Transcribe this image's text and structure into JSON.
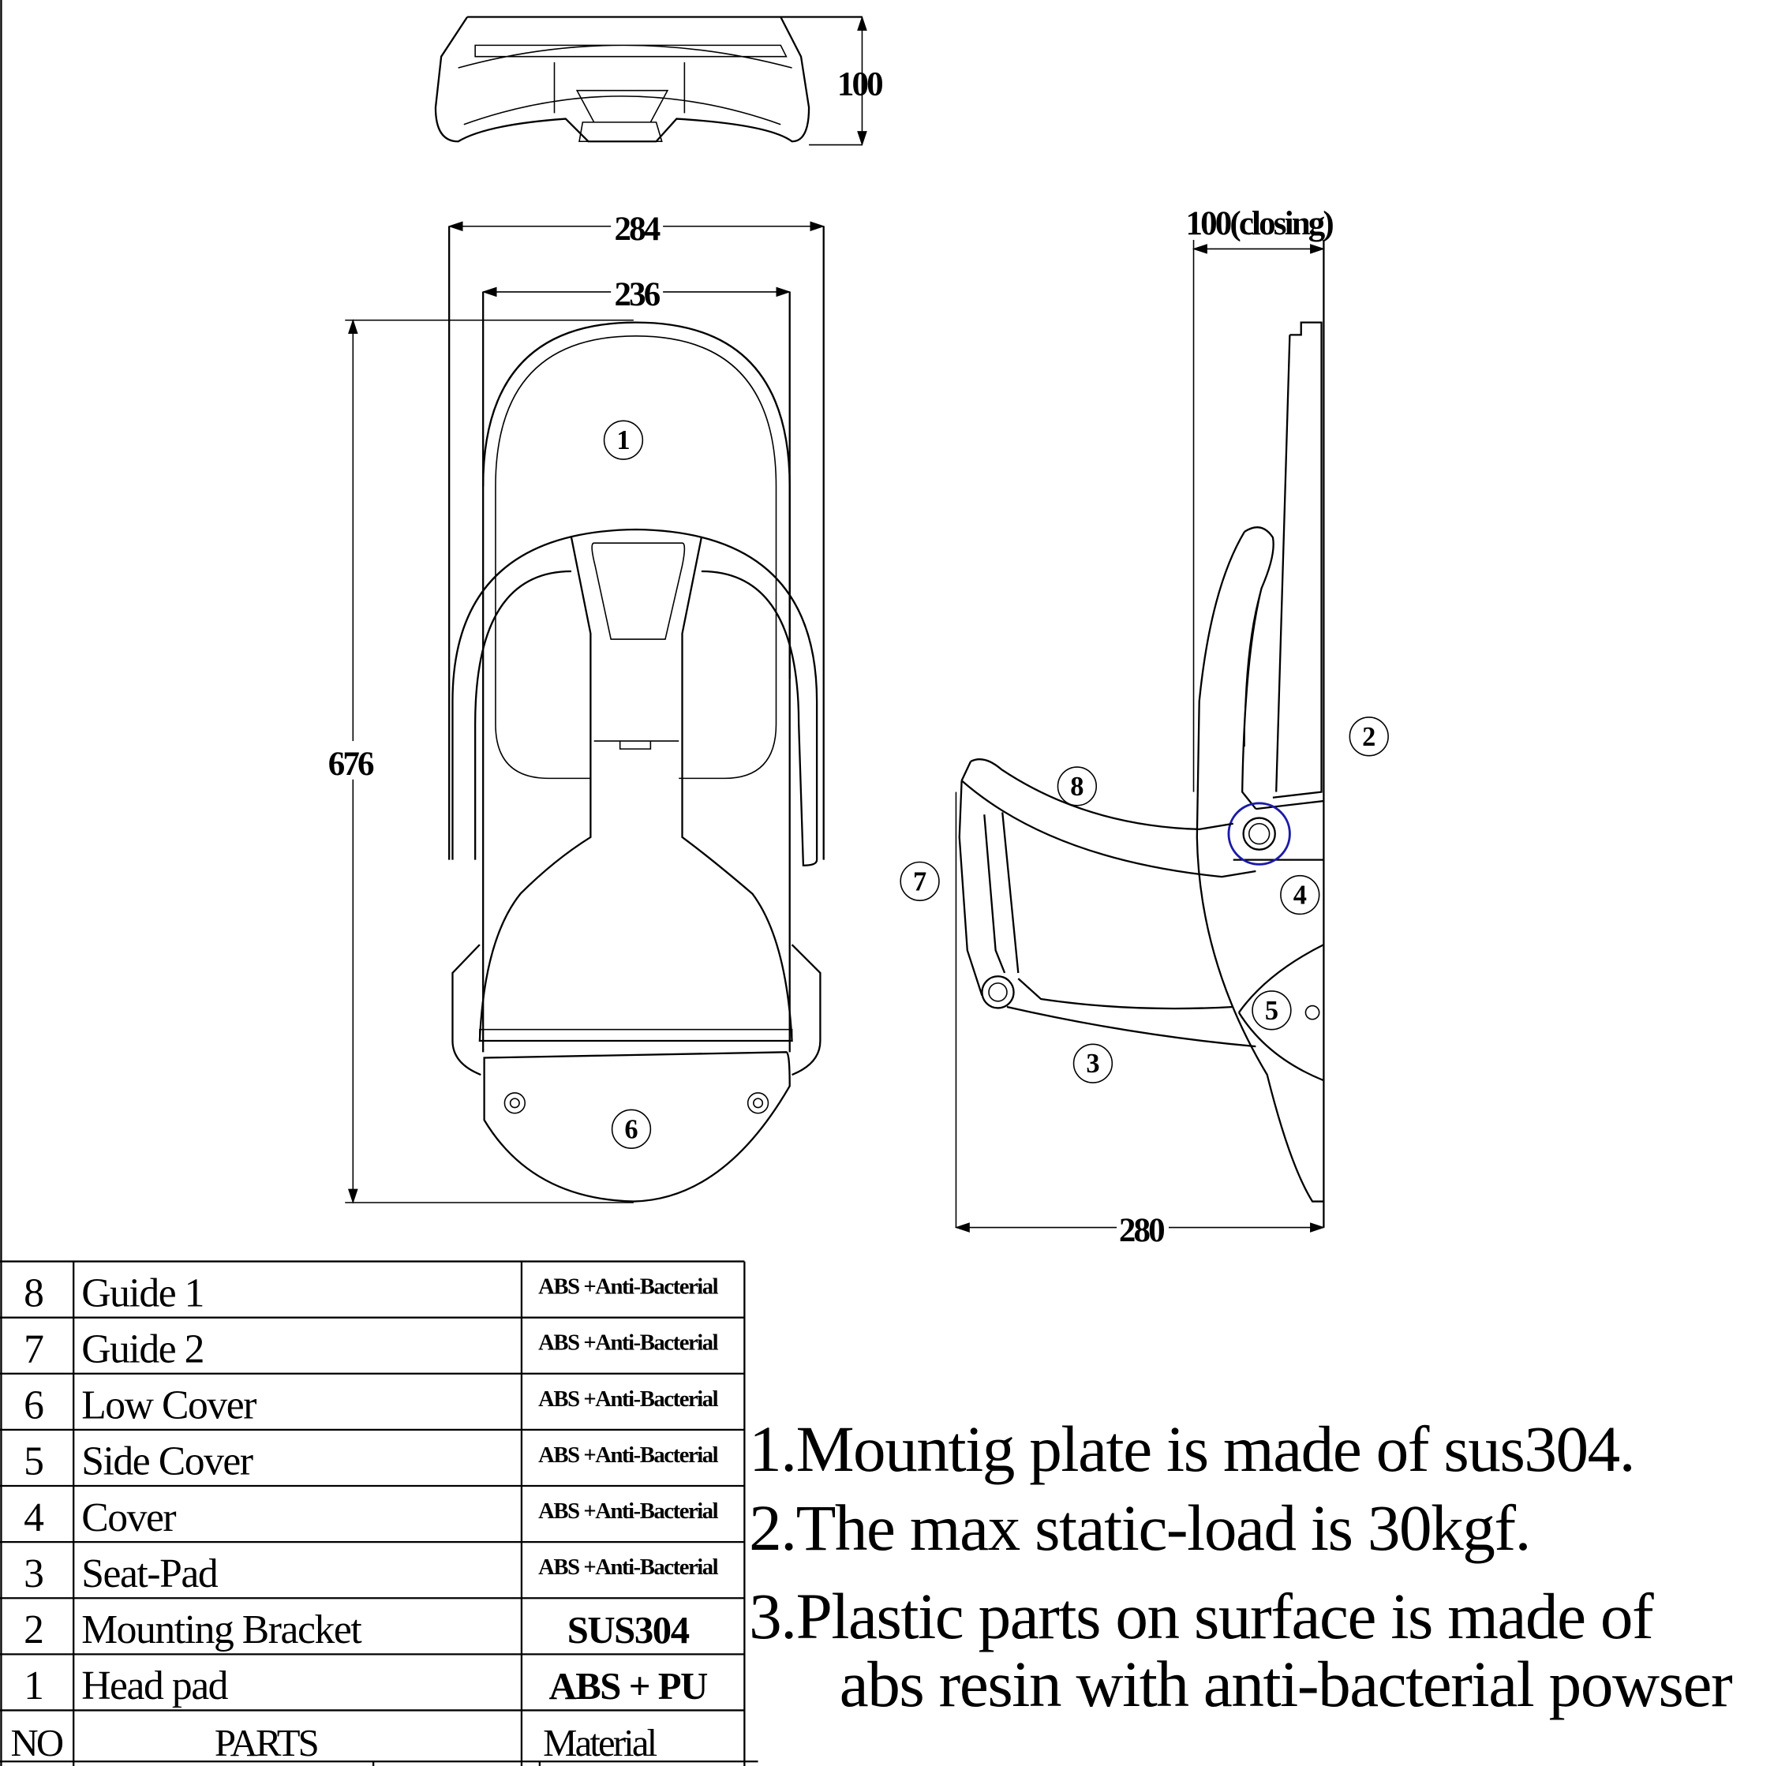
{
  "dimensions": {
    "top_depth": "100",
    "outer_width": "284",
    "inner_width": "236",
    "height": "676",
    "closing_depth": "100(closing)",
    "open_depth": "280"
  },
  "balloons": [
    "1",
    "2",
    "3",
    "4",
    "5",
    "6",
    "7",
    "8"
  ],
  "parts_table": {
    "headers": {
      "no": "NO",
      "parts": "PARTS",
      "material": "Material"
    },
    "rows": [
      {
        "no": "8",
        "part": "Guide 1",
        "material": "ABS +Anti-Bacterial"
      },
      {
        "no": "7",
        "part": "Guide 2",
        "material": "ABS +Anti-Bacterial"
      },
      {
        "no": "6",
        "part": "Low Cover",
        "material": "ABS +Anti-Bacterial"
      },
      {
        "no": "5",
        "part": "Side Cover",
        "material": "ABS +Anti-Bacterial"
      },
      {
        "no": "4",
        "part": "Cover",
        "material": "ABS +Anti-Bacterial"
      },
      {
        "no": "3",
        "part": "Seat-Pad",
        "material": "ABS +Anti-Bacterial"
      },
      {
        "no": "2",
        "part": "Mounting Bracket",
        "material": "SUS304"
      },
      {
        "no": "1",
        "part": "Head pad",
        "material": "ABS + PU"
      }
    ]
  },
  "notes": [
    "1.Mountig plate is made of sus304.",
    "2.The max static-load is 30kgf.",
    "3.Plastic parts on surface is made of",
    "abs resin with anti-bacterial powser"
  ],
  "colors": {
    "line": "#000000",
    "highlight": "#1a1aa8"
  }
}
